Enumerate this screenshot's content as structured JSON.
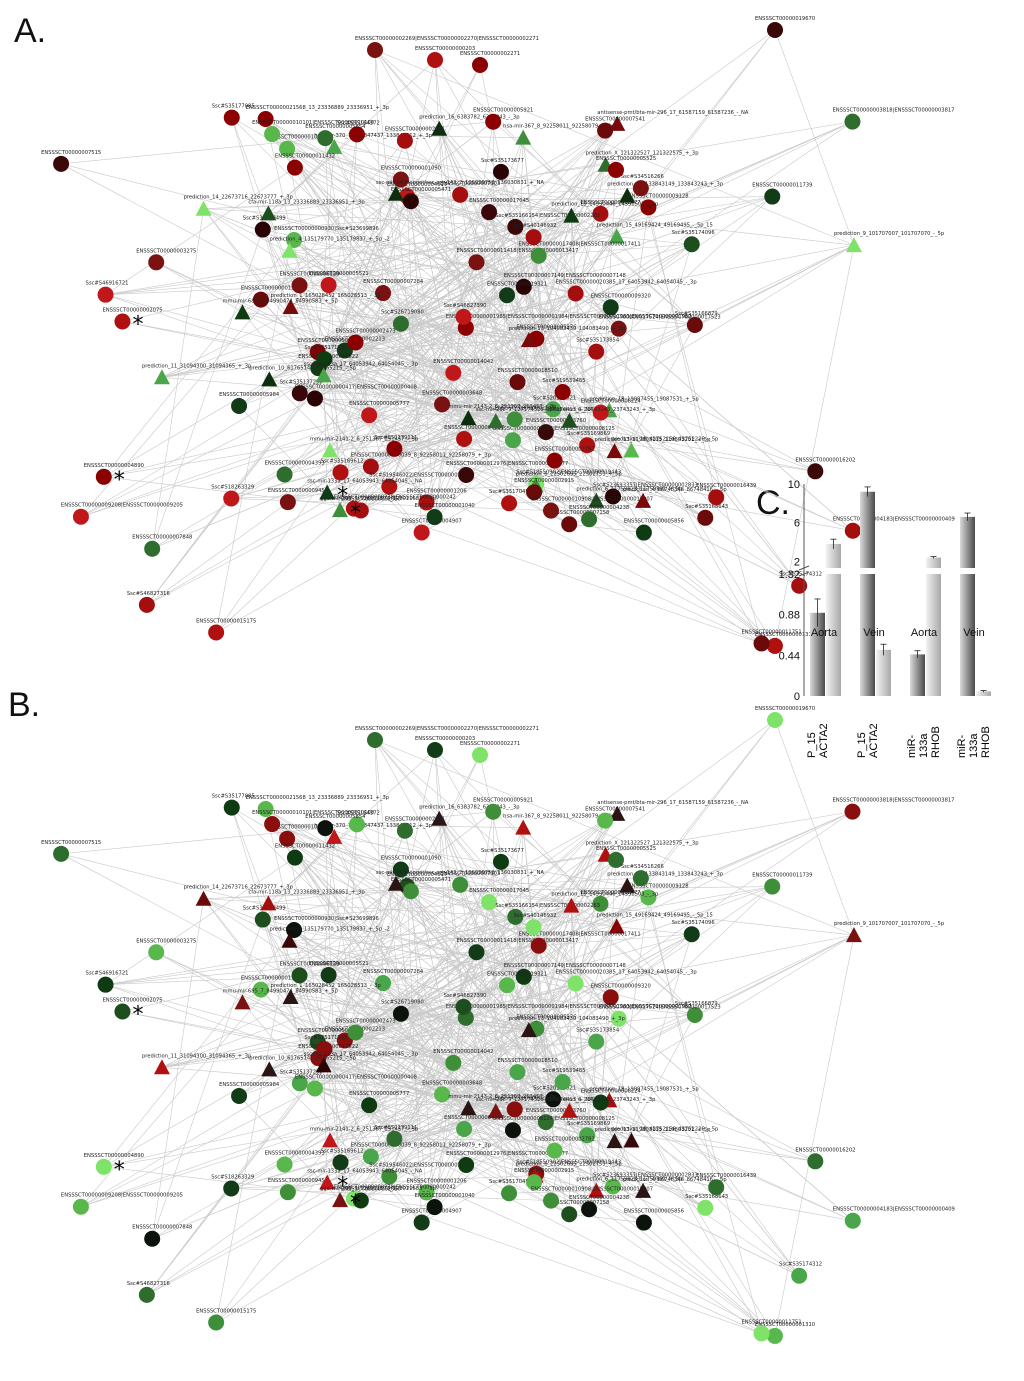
{
  "panels": {
    "a": "A.",
    "b": "B.",
    "c": "C."
  },
  "star": "*",
  "labels": [
    "ENSSSCT00000002269|ENSSSCT00000002270|ENSSSCT00000002271",
    "ENSSSCT00000000203",
    "ENSSSCT00000002271",
    "ENSSSCT00000019670",
    "prediction_15_49169424_49169495_-_5p_15",
    "ENSSSCT00000005976",
    "ENSSSCT00000003760",
    "ENSSSCT00000018510",
    "ENSSSCT00000001132",
    "hsa-mir-367_8_92258011_92258079_+_3p",
    "ENSSSCT00000001206",
    "prediction_11_31094300_31094365_+_3p",
    "prediction_18_43752156_43752226_-_5p",
    "Ssc#S23693357|ENSSSCT00000002833",
    "ENSSSCT00000020039_8_92258011_92258079_+_3p",
    "ENSSSCT00000000930|Ssc#S23699896",
    "ENSSSCT00000000238|ENSSSCT00000000242",
    "Ssc#S18550902|ENSSSCT00000019443",
    "ENSSSCT00000002213",
    "ENSSSCT00000004617",
    "Ssc#S46916721",
    "Ssc#S35170453",
    "ENSSSCT00000006139",
    "ENSSSCT00000007284",
    "ENSSSCT00000014042",
    "ENSSSCT00000009320",
    "Ssc#S35169869",
    "ENSSSCT00000003648",
    "Ssc#S19546022|ENSSSCT00000017033",
    "ENSSSCT00000011418|ENSSSCT00000013417",
    "Ssc#S50179111",
    "ENSSSCT00000007848",
    "ENSSSCT00000001090",
    "ENSSSCT00000009128",
    "prediction_1_165028452_165028513_-_3p",
    "ENSSSCT00000009450",
    "Ssc#S35174312",
    "Ssc#S35174096",
    "hsa-mir-370_7_133847437_133847512_+_3p",
    "ENSSSCT00000017045",
    "ENSSSCT00000012976|ENSSSCT00000012977",
    "ENSSSCT00000012477",
    "prediction_X_121322527_121322575_+_3p",
    "Ssc#S18263329",
    "antisense-pmt/bta-mir-296_17_61587159_61587236_-_NA",
    "ENSSSCT00000015175",
    "Ssc#S35166154|ENSSSCT00000002263",
    "ENSSSCT00000000903",
    "Ssc#S20111621",
    "prediction_16_6383782_6383843_-_3p",
    "ENSSSCT00000005525",
    "ENSSSCT00000007541",
    "ENSSSCT00000001310",
    "Ssc#S35166879",
    "prediction_6_22502695_22502753_+_5p",
    "ENSSSCT00000005521",
    "ENSSSCT00000007149|ENSSSCT00000007148",
    "ENSSSCT00000017408|ENSSSCT00000017411",
    "ENSSSCT00000005471",
    "ENSSSCT00000005856",
    "prediction_6_11759823_11759891_+_3p",
    "Ssc#S35173677",
    "ENSSSCT00000007257",
    "ENSSSCT00000007303",
    "Ssc#S35137296",
    "ENSSSCT00000001985|ENSSSCT00000001984|ENSSSCT00000001983|ENSSSCT00000001982",
    "ENSSSCT00000002650",
    "ENSSSCT00000002473",
    "Ssc#S40146932",
    "ENSSSCT00000019321",
    "ENSSSCT00000002782",
    "ENSSSCT00000016202",
    "ENSSSCT00000009208|ENSSSCT00000009205",
    "ENSSSCT00000002915",
    "ENSSSCT00000010024",
    "ENSSSCT00000021568_13_23336889_23336951_+_3p",
    "prediction_13_133843149_133843243_+_3p",
    "ENSSSCT00000000417|ENSSSCT00000000408",
    "ENSSSCT00000004907",
    "ENSSSCT00000008124|ENSSSCT00000008125",
    "ENSSSCT00000002561",
    "ENSSSCT00000007158",
    "ENSSSCT00000017524|ENSSSCT00000017523",
    "ENSSSCT00000017522",
    "Ssc#S35169499",
    "Ssc#S46827390",
    "ENSSSCT00000002075",
    "Ssc#S35177085",
    "cfa-mir-118a_13_23336889_23336951_+_3p",
    "Ssc#S35168643",
    "ENSSSCT00000004238",
    "prediction_18_19087455_19087531_+_5p",
    "Ssc#S26719080",
    "mmu-mir-2143-2_6_251367_251457_-_3p",
    "ssc-mir-29c_9_127174326_127174413_+_NA",
    "ENSSSCT00000011751",
    "ENSSSCT00000001040",
    "Ssc#S35164372",
    "ENSSSCT00000008224",
    "ENSSSCT00000004183|ENSSSCT00000000409",
    "mmu-mir-2141-2_6_251367_251457_-_3p",
    "prediction_13_119803135_119803201_+_5p",
    "prediction_13_104083430_104083490_+_3p",
    "Ssc#S35173854",
    "ENSSSCT00000004393",
    "ssc-mir-143-longer/ssc-mir-143_2_136030752_136030831_+_NA",
    "ssc-mir-133a_17_64053943_64054045_-_NA",
    "Ssc#S35169612",
    "ENSSSCT00000003275",
    "ENSSSCT00000007515",
    "ENSSSCT00000005984",
    "prediction_14_22673716_22673777_+_3p",
    "Ssc#S34516266",
    "ENSSSCT00000005921",
    "ENSSSCT00000010908|ENSSSCT00000010907",
    "ENSSSCT00000005777",
    "ENSSSCT00000002143",
    "prediction_4_86748348_86748416_-_5p",
    "ENSSSCT00000010101|ENSSSCT00000010100",
    "Ssc#S35171933",
    "ssc-mir-133a_17_64053942_64054045_-_3p",
    "prediction_15_14390446_14390503_-_3p",
    "ENSSSCT00000004890",
    "Ssc#S19539485",
    "Ssc#S46827316",
    "ENSSSCT00000020385_17_64053942_64054045_-_3p",
    "ENSSSCT00000016439",
    "ENSSSCT00000011739",
    "ENSSSCT00000011432",
    "ENSSSCT00000003818|ENSSSCT00000003817",
    "ggo-mir-205_9_126011573_126011683_-_3p",
    "prediction_9_101707007_101707070_-_5p",
    "mmu-mir-685_7_84990474_84990583_+_5p",
    "prediction_4_135179770_135179837_+_5p_-2",
    "ENSSSCT00000005854",
    "prediction_10_61765141_61765215_-_5p",
    "prediction_6_23743243_23743243_+_3p"
  ],
  "chart_data": {
    "type": "bar",
    "categories": [
      "P_15 ACTA2 (Aorta)",
      "P_15 ACTA2 (Vein)",
      "miR-133a RHOB (Aorta)",
      "miR-133a RHOB (Vein)"
    ],
    "x_tick_labels": [
      [
        "P_15",
        "ACTA2"
      ],
      [
        "P_15",
        "ACTA2"
      ],
      [
        "miR-133a",
        "RHOB"
      ],
      [
        "miR-133a",
        "RHOB"
      ]
    ],
    "group_labels": [
      "Aorta",
      "Vein",
      "Aorta",
      "Vein"
    ],
    "series": [
      {
        "values": [
          0.9,
          9.2,
          0.45,
          6.6
        ],
        "color": "#6e6e6e"
      },
      {
        "values": [
          3.8,
          0.5,
          2.4,
          0.05
        ],
        "color": "#c4c4c4"
      }
    ],
    "errors": [
      [
        0.15,
        0.5,
        0.04,
        0.4
      ],
      [
        0.5,
        0.06,
        0.1,
        0.01
      ]
    ],
    "y_ticks_lower": [
      "0",
      "0.44",
      "0.88",
      "1.32"
    ],
    "y_ticks_upper": [
      "2",
      "6",
      "10"
    ],
    "ylim_lower": [
      0,
      1.32
    ],
    "ylim_upper": [
      1.32,
      10
    ],
    "broken_axis": true
  }
}
